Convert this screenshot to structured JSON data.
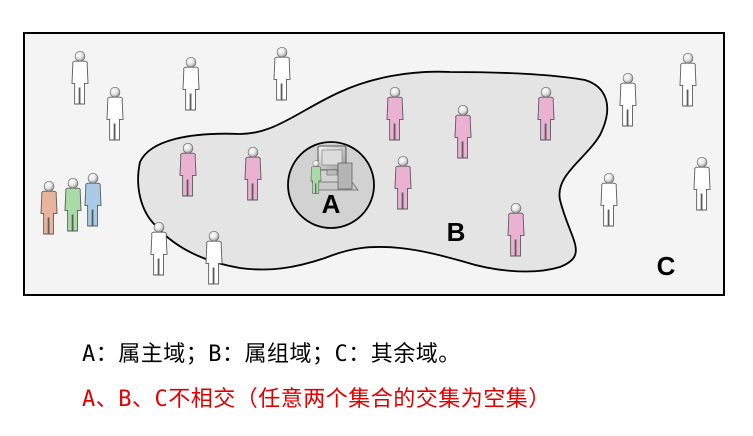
{
  "regions": {
    "a_label": "A",
    "b_label": "B",
    "c_label": "C"
  },
  "legend": {
    "line1": "A：属主域；B：属组域；C：其余域。",
    "line2": "A、B、C不相交（任意两个集合的交集为空集）"
  },
  "colors": {
    "frame_fill": "#f4f4f4",
    "blob_fill": "#e4e4e4",
    "circle_fill": "#d2d2d2",
    "person_plain": "#ffffff",
    "person_pink": "#eab1d3",
    "person_green": "#a9dba7",
    "person_peach": "#e8b49d",
    "person_blue": "#a9cbe7",
    "caption2": "#e00000"
  }
}
